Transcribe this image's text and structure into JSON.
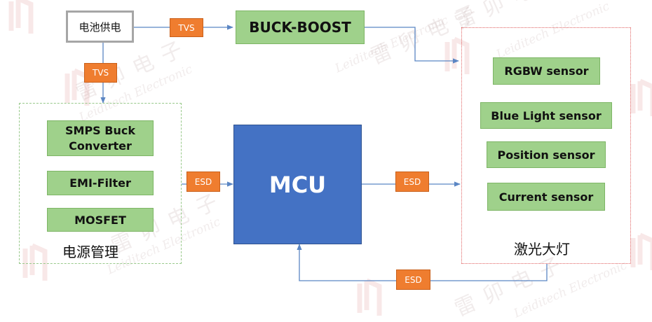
{
  "watermark": {
    "cn": "雷卯电子",
    "en": "Leiditech Electronic"
  },
  "nodes": {
    "battery": "电池供电",
    "buck_boost": "BUCK-BOOST",
    "smps": "SMPS Buck Converter",
    "emi": "EMI-Filter",
    "mosfet": "MOSFET",
    "power_group": "电源管理",
    "mcu": "MCU",
    "rgbw": "RGBW sensor",
    "blue": "Blue Light sensor",
    "position": "Position sensor",
    "current": "Current sensor",
    "lamp_group": "激光大灯"
  },
  "protection": {
    "tvs_top": "TVS",
    "tvs_left": "TVS",
    "esd_in": "ESD",
    "esd_out": "ESD",
    "esd_bottom": "ESD"
  },
  "colors": {
    "module_green": "#9fd18b",
    "mcu_blue": "#4472c4",
    "protection_orange": "#ef7d2f",
    "wire_blue": "#5b86c4"
  }
}
